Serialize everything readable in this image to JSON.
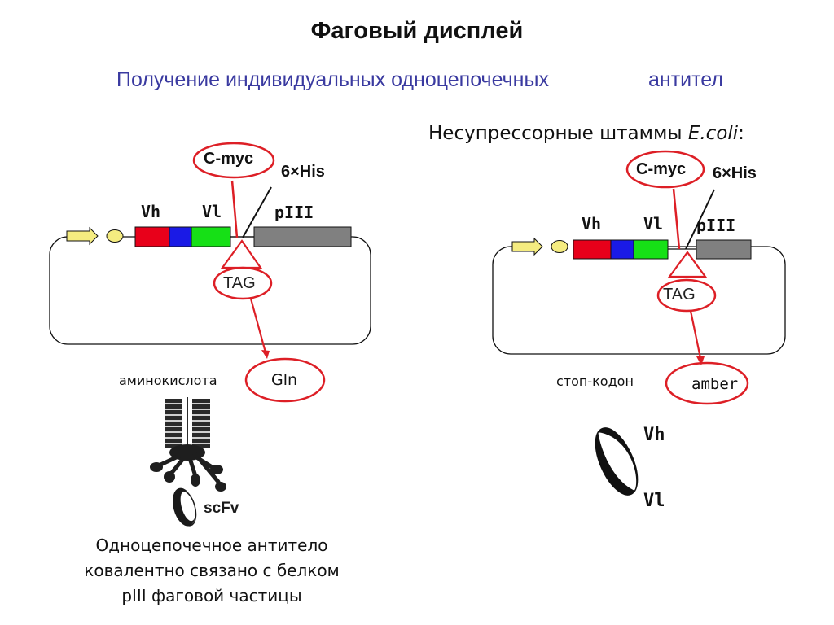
{
  "title": "Фаговый дисплей",
  "subtitle": {
    "part1": "Получение индивидуальных одноцепочечных",
    "part2": "антител"
  },
  "left": {
    "labels": {
      "cmyc": "C-myc",
      "his": "6×His",
      "vh": "Vh",
      "vl": "Vl",
      "piii": "pIII",
      "tag": "TAG"
    },
    "annotation": {
      "label": "аминокислота",
      "value": "Gln"
    },
    "scfv_label": "scFv",
    "caption_lines": [
      "Одноцепочечное антитело",
      "ковалентно связано с белком",
      "pIII фаговой частицы"
    ]
  },
  "right": {
    "heading_prefix": "Несупрессорные штаммы ",
    "heading_italic": "E.coli",
    "heading_suffix": ":",
    "labels": {
      "cmyc": "C-myc",
      "his": "6×His",
      "vh": "Vh",
      "vl": "Vl",
      "piii": "pIII",
      "tag": "TAG"
    },
    "annotation": {
      "label": "стоп-кодон",
      "value": "amber"
    },
    "fragment_labels": {
      "vh": "Vh",
      "vl": "Vl"
    }
  },
  "colors": {
    "vh_segment": "#e8001a",
    "link_segment": "#1a1ae6",
    "vl_segment": "#16e016",
    "piii_segment": "#808080",
    "highlight": "#dd1f26",
    "promoter_arrow": "#f5ec80",
    "rbs_oval": "#f5ec80",
    "subtitle": "#3a3aa0"
  },
  "icons": {
    "promoter": "promoter-arrow-icon",
    "rbs": "rbs-oval-icon",
    "phage": "phage-particle-icon",
    "scfv": "scfv-fragment-icon"
  }
}
